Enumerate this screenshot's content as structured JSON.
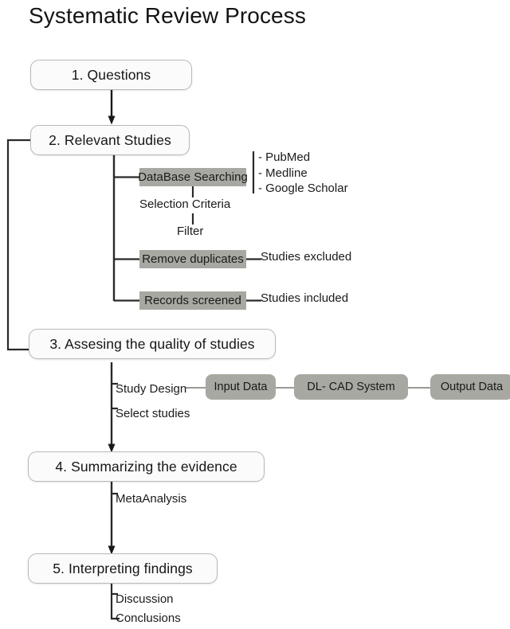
{
  "title": "Systematic Review Process",
  "stages": [
    {
      "id": "questions",
      "label": "1. Questions"
    },
    {
      "id": "relevant",
      "label": "2. Relevant Studies"
    },
    {
      "id": "assessing",
      "label": "3. Assesing the quality of studies"
    },
    {
      "id": "summarizing",
      "label": "4. Summarizing the evidence"
    },
    {
      "id": "interpreting",
      "label": "5. Interpreting  findings"
    }
  ],
  "gray_boxes": [
    {
      "id": "database",
      "label": "DataBase Searching"
    },
    {
      "id": "remove",
      "label": "Remove duplicates"
    },
    {
      "id": "records",
      "label": "Records screened"
    }
  ],
  "pipeline": [
    {
      "id": "input",
      "label": "Input Data"
    },
    {
      "id": "dlcad",
      "label": "DL- CAD System"
    },
    {
      "id": "output",
      "label": "Output Data"
    }
  ],
  "annotations": {
    "selection_criteria": "Selection Criteria",
    "filter": "Filter",
    "studies_excluded": "Studies excluded",
    "studies_included": "Studies included",
    "study_design": "Study Design",
    "select_studies": "Select studies",
    "metaanalysis": "MetaAnalysis",
    "discussion": "Discussion",
    "conclusions": "Conclusions"
  },
  "sources": [
    "- PubMed",
    "- Medline",
    "- Google Scholar"
  ],
  "colors": {
    "gray_box_fill": "#a8a8a2",
    "stage_box_fill": "#fbfbfb",
    "stage_box_border": "#b9b9b9",
    "connector": "#2a2a2a",
    "text": "#1a1a1a",
    "background": "#ffffff"
  }
}
